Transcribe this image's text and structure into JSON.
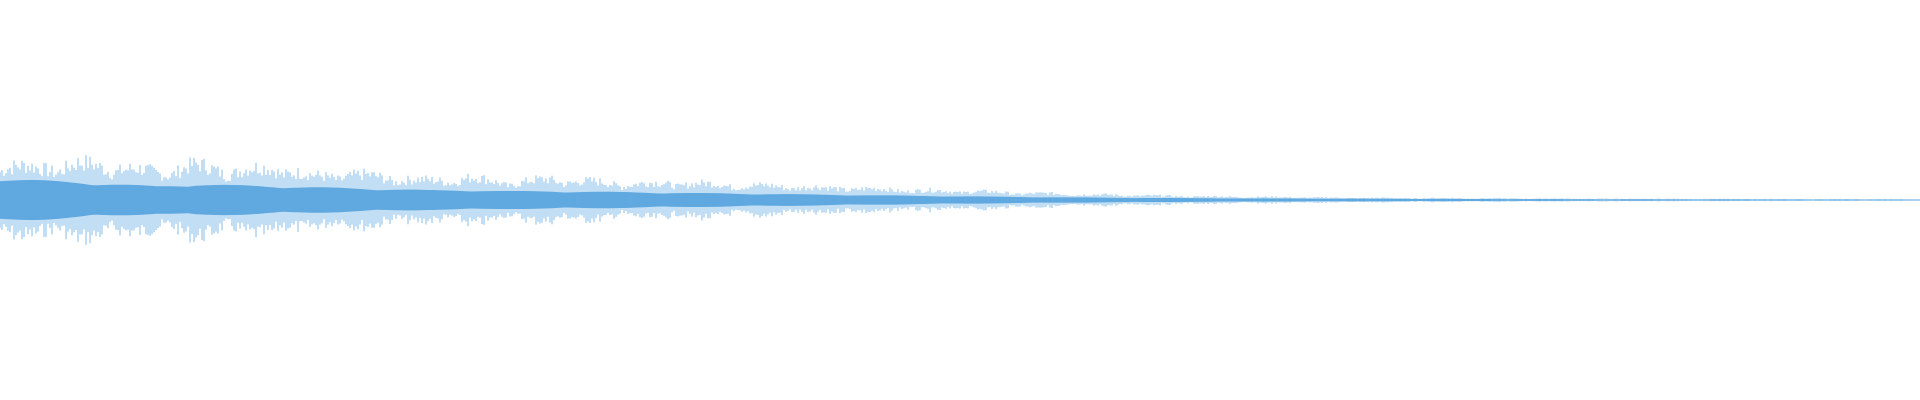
{
  "waveform": {
    "color": "#5fa8e0",
    "core_color": "#5fa8e0",
    "background": "#ffffff",
    "description_free": true,
    "envelope": {
      "peak_amplitude": [
        0.47,
        0.41,
        0.47,
        0.43,
        0.36,
        0.45,
        0.38,
        0.43,
        0.31,
        0.33,
        0.29,
        0.25,
        0.29,
        0.22,
        0.27,
        0.24,
        0.21,
        0.22,
        0.21,
        0.19,
        0.18,
        0.16,
        0.15,
        0.13,
        0.12,
        0.11,
        0.09,
        0.08,
        0.07,
        0.06,
        0.05,
        0.045,
        0.04,
        0.035,
        0.03,
        0.028,
        0.026,
        0.024,
        0.022,
        0.02,
        0.018,
        0.017,
        0.016,
        0.015,
        0.014,
        0.013,
        0.012,
        0.011,
        0.01,
        0.008
      ],
      "core_amplitude": [
        0.22,
        0.2,
        0.18,
        0.16,
        0.14,
        0.16,
        0.15,
        0.14,
        0.13,
        0.12,
        0.11,
        0.1,
        0.1,
        0.09,
        0.09,
        0.085,
        0.08,
        0.075,
        0.07,
        0.065,
        0.06,
        0.055,
        0.05,
        0.045,
        0.04,
        0.036,
        0.032,
        0.028,
        0.025,
        0.022,
        0.02,
        0.018,
        0.016,
        0.015,
        0.014,
        0.013,
        0.012,
        0.011,
        0.01,
        0.009,
        0.008,
        0.0075,
        0.007,
        0.0065,
        0.006,
        0.0055,
        0.005,
        0.0045,
        0.004,
        0.003
      ]
    }
  }
}
